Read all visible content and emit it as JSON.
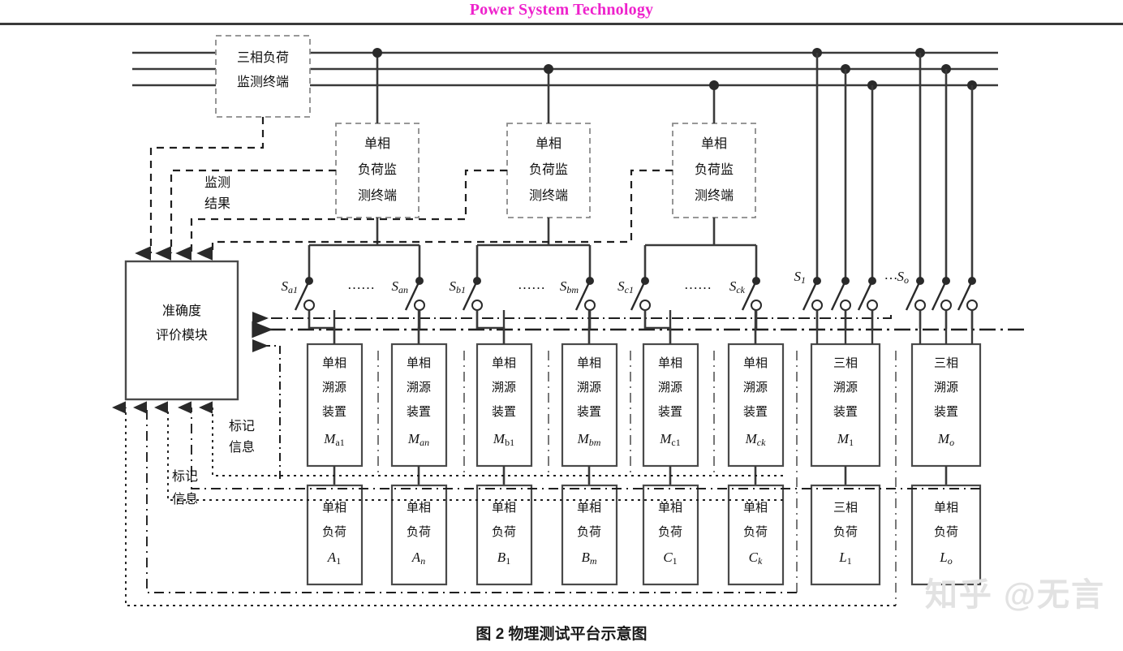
{
  "header": {
    "journal_title": "Power System Technology"
  },
  "figure": {
    "caption_number": "图 2",
    "caption_text": "物理测试平台示意图",
    "caption": "图 2  物理测试平台示意图"
  },
  "watermark": {
    "text": "知乎 @无言"
  },
  "blocks": {
    "three_phase_terminal": {
      "line1": "三相负荷",
      "line2": "监测终端",
      "style": "dashed"
    },
    "single_phase_terminals": [
      {
        "line1": "单相",
        "line2": "负荷监",
        "line3": "测终端",
        "style": "dashed"
      },
      {
        "line1": "单相",
        "line2": "负荷监",
        "line3": "测终端",
        "style": "dashed"
      },
      {
        "line1": "单相",
        "line2": "负荷监",
        "line3": "测终端",
        "style": "dashed"
      }
    ],
    "accuracy_module": {
      "line1": "准确度",
      "line2": "评价模块"
    }
  },
  "annotations": {
    "monitoring_result": {
      "line1": "监测",
      "line2": "结果"
    },
    "tag_info_upper": {
      "line1": "标记",
      "line2": "信息"
    },
    "tag_info_lower": {
      "line1": "标记",
      "line2": "信息"
    }
  },
  "switches": [
    {
      "label": "Sa1",
      "base": "S",
      "sub": "a1"
    },
    {
      "label": "San",
      "base": "S",
      "sub": "an"
    },
    {
      "label": "Sb1",
      "base": "S",
      "sub": "b1"
    },
    {
      "label": "Sbm",
      "base": "S",
      "sub": "bm"
    },
    {
      "label": "Sc1",
      "base": "S",
      "sub": "c1"
    },
    {
      "label": "Sck",
      "base": "S",
      "sub": "ck"
    },
    {
      "label": "S1",
      "base": "S",
      "sub": "1"
    },
    {
      "label": "So",
      "base": "S",
      "sub": "o"
    }
  ],
  "switch_ellipses": [
    "……",
    "……",
    "……",
    "…"
  ],
  "trace_devices": [
    {
      "line1": "单相",
      "line2": "溯源",
      "line3": "装置",
      "tag_base": "M",
      "tag_sub": "a1"
    },
    {
      "line1": "单相",
      "line2": "溯源",
      "line3": "装置",
      "tag_base": "M",
      "tag_sub": "an"
    },
    {
      "line1": "单相",
      "line2": "溯源",
      "line3": "装置",
      "tag_base": "M",
      "tag_sub": "b1"
    },
    {
      "line1": "单相",
      "line2": "溯源",
      "line3": "装置",
      "tag_base": "M",
      "tag_sub": "bm"
    },
    {
      "line1": "单相",
      "line2": "溯源",
      "line3": "装置",
      "tag_base": "M",
      "tag_sub": "c1"
    },
    {
      "line1": "单相",
      "line2": "溯源",
      "line3": "装置",
      "tag_base": "M",
      "tag_sub": "ck"
    },
    {
      "line1": "三相",
      "line2": "溯源",
      "line3": "装置",
      "tag_base": "M",
      "tag_sub": "1"
    },
    {
      "line1": "三相",
      "line2": "溯源",
      "line3": "装置",
      "tag_base": "M",
      "tag_sub": "o"
    }
  ],
  "loads": [
    {
      "line1": "单相",
      "line2": "负荷",
      "tag_base": "A",
      "tag_sub": "1"
    },
    {
      "line1": "单相",
      "line2": "负荷",
      "tag_base": "A",
      "tag_sub": "n"
    },
    {
      "line1": "单相",
      "line2": "负荷",
      "tag_base": "B",
      "tag_sub": "1"
    },
    {
      "line1": "单相",
      "line2": "负荷",
      "tag_base": "B",
      "tag_sub": "m"
    },
    {
      "line1": "单相",
      "line2": "负荷",
      "tag_base": "C",
      "tag_sub": "1"
    },
    {
      "line1": "单相",
      "line2": "负荷",
      "tag_base": "C",
      "tag_sub": "k"
    },
    {
      "line1": "三相",
      "line2": "负荷",
      "tag_base": "L",
      "tag_sub": "1"
    },
    {
      "line1": "单相",
      "line2": "负荷",
      "tag_base": "L",
      "tag_sub": "o"
    }
  ],
  "colors": {
    "title": "#ee22cc",
    "line": "#3a3a3a",
    "box_stroke": "#4a4a4a",
    "dashed_stroke": "#8a8a8a",
    "text": "#111111",
    "watermark": "#e2e2e2"
  }
}
